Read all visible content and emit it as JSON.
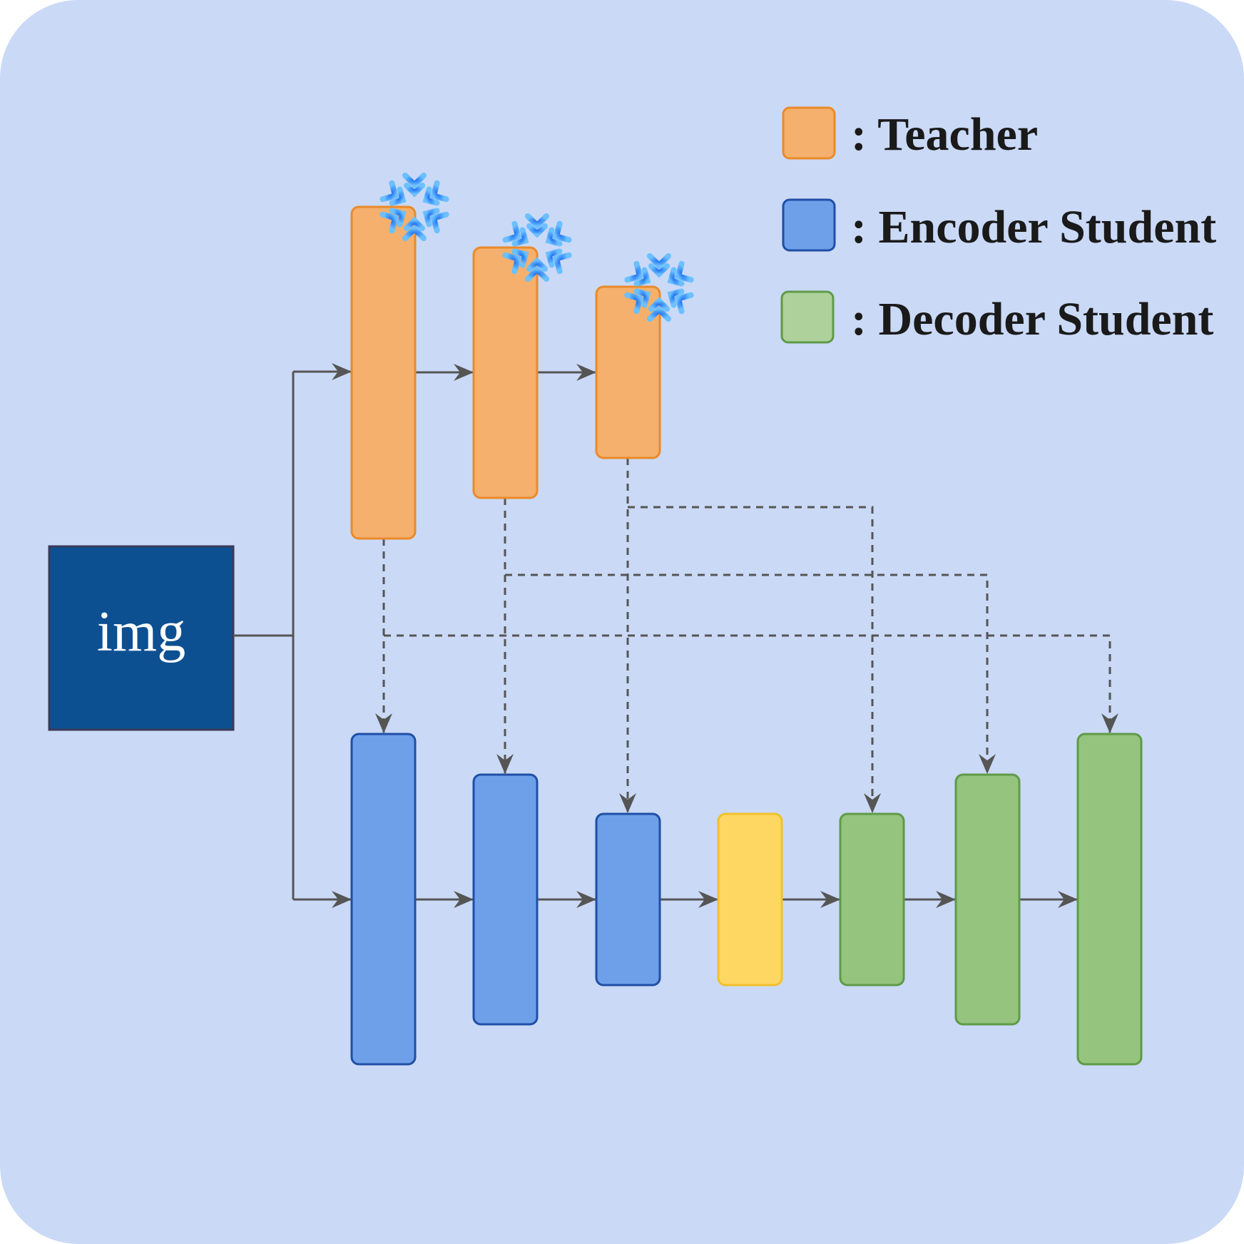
{
  "input": {
    "label": "img"
  },
  "legend": {
    "teacher": ": Teacher",
    "encoder_student": ": Encoder Student",
    "decoder_student": ": Decoder Student"
  },
  "colors": {
    "background": "#cad9f6",
    "input_fill": "#0d5092",
    "teacher_fill": "#f4b06c",
    "teacher_stroke": "#ea8a2b",
    "encoder_fill": "#6e9fe9",
    "encoder_stroke": "#1f4fa6",
    "bottleneck_fill": "#fdd762",
    "bottleneck_stroke": "#f1c12a",
    "decoder_fill": "#94c47e",
    "decoder_stroke": "#5f9a48",
    "legend_decoder_fill": "#aed09a",
    "arrow": "#555555",
    "snowflake": "#3d8ef0"
  },
  "icons": {
    "frozen": "snowflake-icon"
  }
}
